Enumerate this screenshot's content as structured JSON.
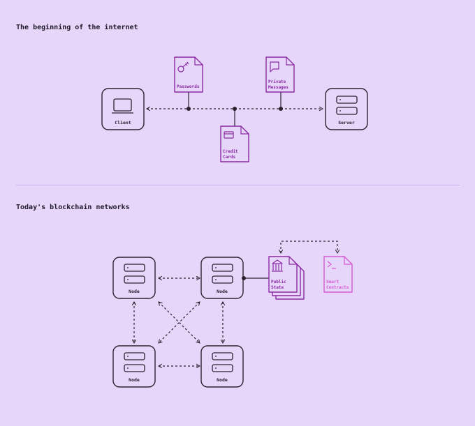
{
  "colors": {
    "background": "#e6d6fa",
    "ink": "#2b2230",
    "purple": "#8a2aa3",
    "pink": "#d25ad2"
  },
  "section1": {
    "title": "The beginning of the internet",
    "client": {
      "label": "Client",
      "icon": "laptop-icon"
    },
    "server": {
      "label": "Server",
      "icon": "server-icon"
    },
    "docs": {
      "passwords": {
        "label": "Passwords",
        "icon": "key-icon"
      },
      "private_messages": {
        "line1": "Private",
        "line2": "Messages",
        "icon": "chat-bubble-icon"
      },
      "credit_cards": {
        "line1": "Credit",
        "line2": "Cards",
        "icon": "credit-card-icon"
      }
    }
  },
  "section2": {
    "title": "Today's blockchain networks",
    "nodes": [
      {
        "label": "Node"
      },
      {
        "label": "Node"
      },
      {
        "label": "Node"
      },
      {
        "label": "Node"
      }
    ],
    "public_state": {
      "line1": "Public",
      "line2": "State",
      "icon": "bank-icon"
    },
    "smart_contracts": {
      "line1": "Smart",
      "line2": "Contracts",
      "icon": "terminal-prompt-icon"
    }
  }
}
